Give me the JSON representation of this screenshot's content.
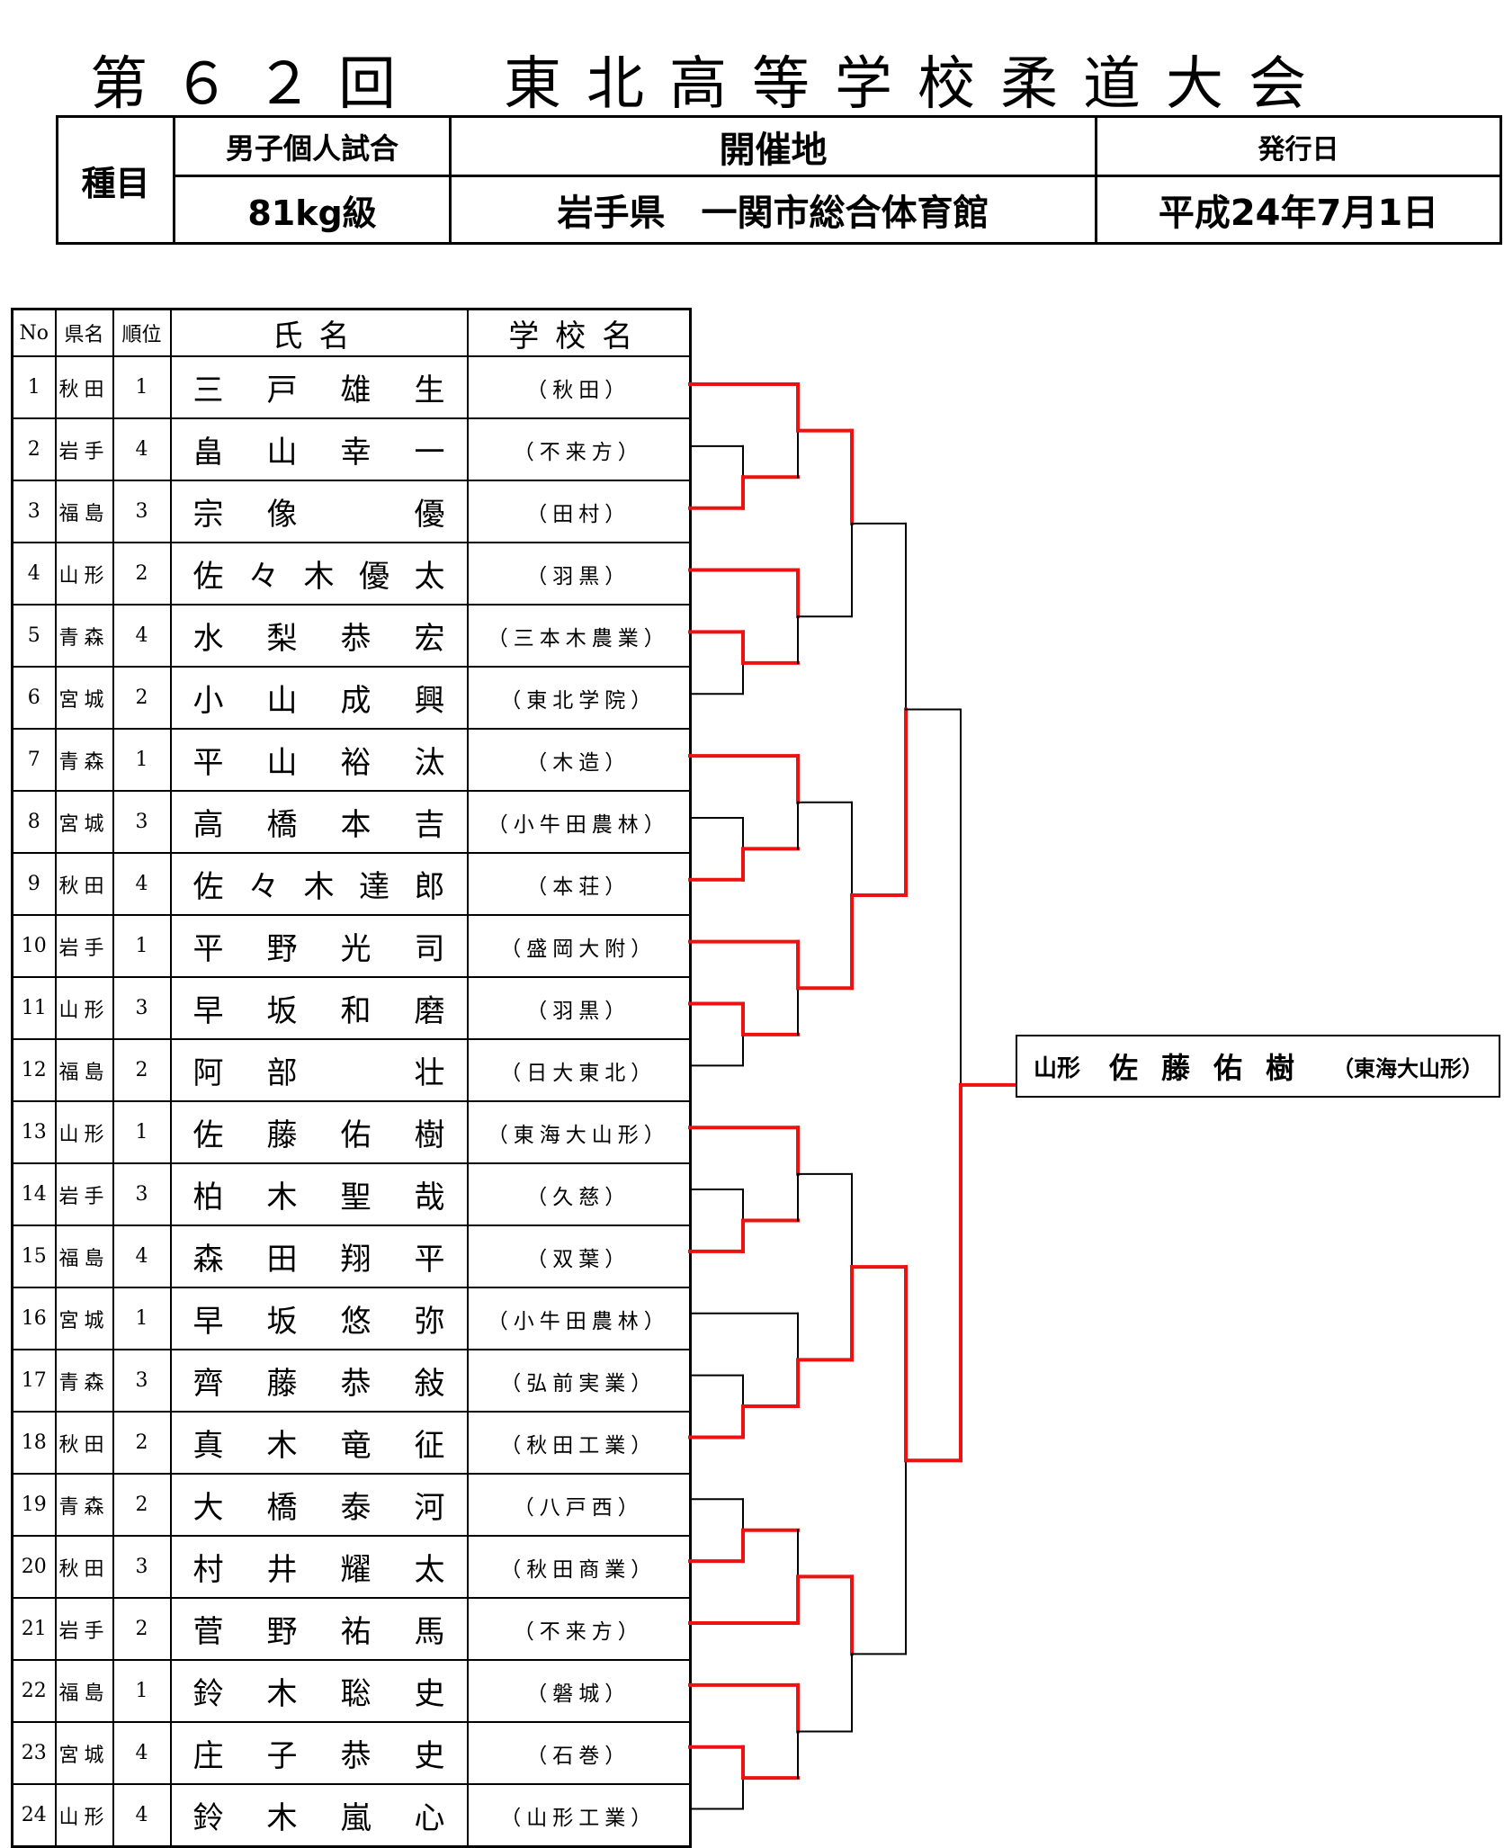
{
  "title": "第６２回　東北高等学校柔道大会",
  "info": {
    "category_label": "種目",
    "event_type": "男子個人試合",
    "weight_class": "81kg級",
    "venue_label": "開催地",
    "venue": "岩手県　一関市総合体育館",
    "issue_label": "発行日",
    "issue_date": "平成24年7月1日"
  },
  "columns": {
    "no": "No",
    "prefecture": "県名",
    "rank": "順位",
    "name": "氏名",
    "school": "学校名"
  },
  "entries": [
    {
      "no": "1",
      "pref": "秋田",
      "rank": "1",
      "name": "三戸雄生",
      "school": "（秋田）"
    },
    {
      "no": "2",
      "pref": "岩手",
      "rank": "4",
      "name": "畠山幸一",
      "school": "（不来方）"
    },
    {
      "no": "3",
      "pref": "福島",
      "rank": "3",
      "name": "宗像　優",
      "school": "（田村）"
    },
    {
      "no": "4",
      "pref": "山形",
      "rank": "2",
      "name": "佐々木優太",
      "school": "（羽黒）"
    },
    {
      "no": "5",
      "pref": "青森",
      "rank": "4",
      "name": "水梨恭宏",
      "school": "（三本木農業）"
    },
    {
      "no": "6",
      "pref": "宮城",
      "rank": "2",
      "name": "小山成興",
      "school": "（東北学院）"
    },
    {
      "no": "7",
      "pref": "青森",
      "rank": "1",
      "name": "平山裕汰",
      "school": "（木造）"
    },
    {
      "no": "8",
      "pref": "宮城",
      "rank": "3",
      "name": "高橋本吉",
      "school": "（小牛田農林）"
    },
    {
      "no": "9",
      "pref": "秋田",
      "rank": "4",
      "name": "佐々木達郎",
      "school": "（本荘）"
    },
    {
      "no": "10",
      "pref": "岩手",
      "rank": "1",
      "name": "平野光司",
      "school": "（盛岡大附）"
    },
    {
      "no": "11",
      "pref": "山形",
      "rank": "3",
      "name": "早坂和磨",
      "school": "（羽黒）"
    },
    {
      "no": "12",
      "pref": "福島",
      "rank": "2",
      "name": "阿部　壮",
      "school": "（日大東北）"
    },
    {
      "no": "13",
      "pref": "山形",
      "rank": "1",
      "name": "佐藤佑樹",
      "school": "（東海大山形）"
    },
    {
      "no": "14",
      "pref": "岩手",
      "rank": "3",
      "name": "柏木聖哉",
      "school": "（久慈）"
    },
    {
      "no": "15",
      "pref": "福島",
      "rank": "4",
      "name": "森田翔平",
      "school": "（双葉）"
    },
    {
      "no": "16",
      "pref": "宮城",
      "rank": "1",
      "name": "早坂悠弥",
      "school": "（小牛田農林）"
    },
    {
      "no": "17",
      "pref": "青森",
      "rank": "3",
      "name": "齊藤恭敍",
      "school": "（弘前実業）"
    },
    {
      "no": "18",
      "pref": "秋田",
      "rank": "2",
      "name": "真木竜征",
      "school": "（秋田工業）"
    },
    {
      "no": "19",
      "pref": "青森",
      "rank": "2",
      "name": "大橋泰河",
      "school": "（八戸西）"
    },
    {
      "no": "20",
      "pref": "秋田",
      "rank": "3",
      "name": "村井耀太",
      "school": "（秋田商業）"
    },
    {
      "no": "21",
      "pref": "岩手",
      "rank": "2",
      "name": "菅野祐馬",
      "school": "（不来方）"
    },
    {
      "no": "22",
      "pref": "福島",
      "rank": "1",
      "name": "鈴木聡史",
      "school": "（磐城）"
    },
    {
      "no": "23",
      "pref": "宮城",
      "rank": "4",
      "name": "庄子恭史",
      "school": "（石巻）"
    },
    {
      "no": "24",
      "pref": "山形",
      "rank": "4",
      "name": "鈴木嵐心",
      "school": "（山形工業）"
    }
  ],
  "winner": {
    "pref": "山形",
    "name": "佐藤佑樹",
    "school": "（東海大山形）"
  },
  "colors": {
    "winner_path": "#ee1111",
    "bracket_line": "#000000"
  }
}
